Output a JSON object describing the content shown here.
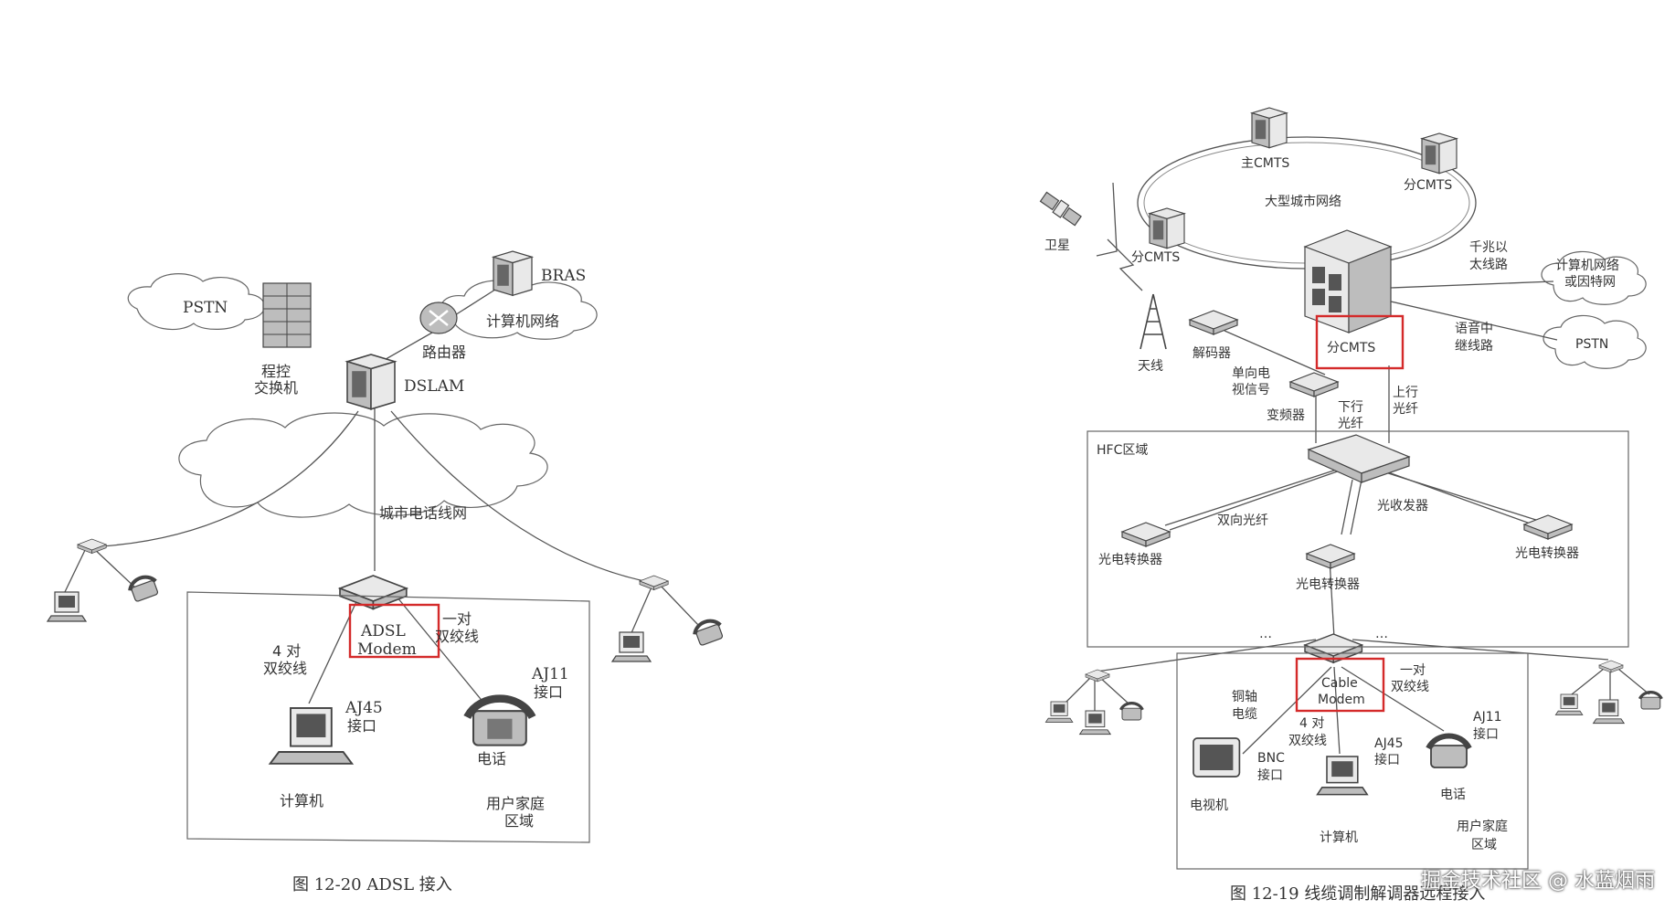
{
  "left": {
    "pstn": "PSTN",
    "switch": [
      "程控",
      "交换机"
    ],
    "dslam": "DSLAM",
    "router": "路由器",
    "bras": "BRAS",
    "comp_net": "计算机网络",
    "city_net": "城市电话线网",
    "adsl": [
      "ADSL",
      "Modem"
    ],
    "pair1": [
      "一对",
      "双绞线"
    ],
    "pair4": [
      "4 对",
      "双绞线"
    ],
    "aj45": [
      "AJ45",
      "接口"
    ],
    "aj11": [
      "AJ11",
      "接口"
    ],
    "phone": "电话",
    "computer": "计算机",
    "home": [
      "用户家庭",
      "区域"
    ],
    "caption": "图 12-20   ADSL 接入"
  },
  "right": {
    "main_cmts": "主CMTS",
    "sub_cmts": "分CMTS",
    "city_big": "大型城市网络",
    "satellite": "卫星",
    "antenna": "天线",
    "decoder": "解码器",
    "one_way_tv": [
      "单向电",
      "视信号"
    ],
    "converter": "变频器",
    "gigabit": [
      "千兆以",
      "太线路"
    ],
    "comp_inet": [
      "计算机网络",
      "或因特网"
    ],
    "voice_trunk": [
      "语音中",
      "继线路"
    ],
    "pstn": "PSTN",
    "down_fiber": [
      "下行",
      "光纤"
    ],
    "up_fiber": [
      "上行",
      "光纤"
    ],
    "hfc": "HFC区域",
    "transceiver": "光收发器",
    "bidir_fiber": "双向光纤",
    "oe_conv": "光电转换器",
    "dots": "…",
    "cable": [
      "Cable",
      "Modem"
    ],
    "pair1": [
      "一对",
      "双绞线"
    ],
    "coax": [
      "铜轴",
      "电缆"
    ],
    "pair4": [
      "4 对",
      "双绞线"
    ],
    "bnc": [
      "BNC",
      "接口"
    ],
    "aj45": [
      "AJ45",
      "接口"
    ],
    "aj11": [
      "AJ11",
      "接口"
    ],
    "tv": "电视机",
    "computer": "计算机",
    "phone": "电话",
    "home": [
      "用户家庭",
      "区域"
    ],
    "caption": "图 12-19   线缆调制解调器远程接入"
  },
  "watermark": "掘金技术社区 @ 水蓝烟雨",
  "colors": {
    "highlight": "#d42a2a",
    "ink": "#333333"
  }
}
